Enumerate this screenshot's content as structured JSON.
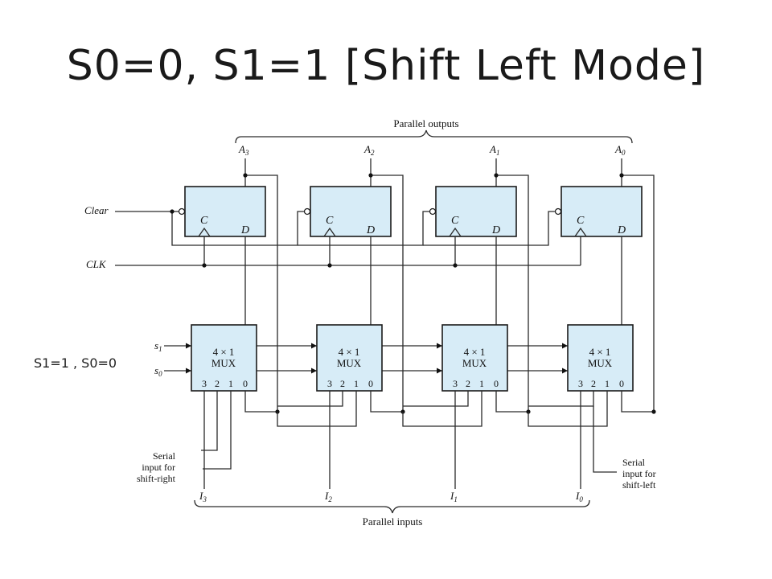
{
  "slide": {
    "title": "S0=0, S1=1 [Shift Left Mode]",
    "side_note": "S1=1 , S0=0"
  },
  "diagram": {
    "bus_labels": {
      "parallel_outputs": "Parallel outputs",
      "parallel_inputs": "Parallel inputs"
    },
    "signals": {
      "clear": "Clear",
      "clk": "CLK",
      "s1": "s",
      "s1_sub": "1",
      "s0": "s",
      "s0_sub": "0"
    },
    "flipflop_pins": {
      "clock": "C",
      "data": "D"
    },
    "outputs": [
      {
        "name": "A",
        "sub": "3"
      },
      {
        "name": "A",
        "sub": "2"
      },
      {
        "name": "A",
        "sub": "1"
      },
      {
        "name": "A",
        "sub": "0"
      }
    ],
    "inputs": [
      {
        "name": "I",
        "sub": "3"
      },
      {
        "name": "I",
        "sub": "2"
      },
      {
        "name": "I",
        "sub": "1"
      },
      {
        "name": "I",
        "sub": "0"
      }
    ],
    "mux": {
      "line1": "4 × 1",
      "line2": "MUX",
      "pins": [
        "3",
        "2",
        "1",
        "0"
      ]
    },
    "serial_right": [
      "Serial",
      "input for",
      "shift-right"
    ],
    "serial_left": [
      "Serial",
      "input for",
      "shift-left"
    ]
  },
  "colors": {
    "block_fill": "#d7ecf7",
    "wire": "#2a2a2a"
  }
}
